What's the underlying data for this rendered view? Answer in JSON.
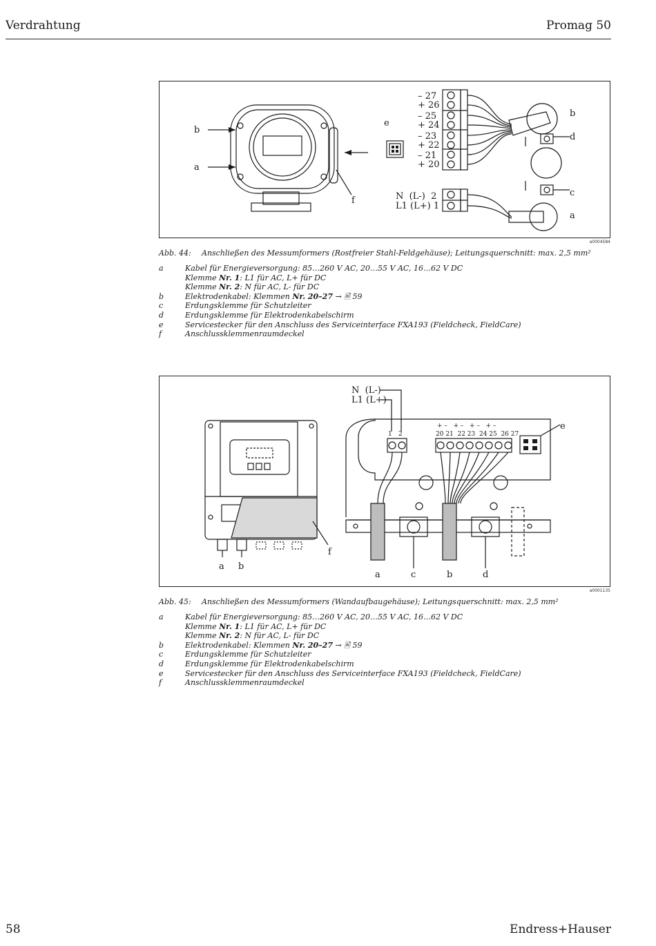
{
  "header": {
    "section": "Verdrahtung",
    "product": "Promag 50"
  },
  "footer": {
    "page": "58",
    "brand": "Endress+Hauser"
  },
  "figure1": {
    "id": "a0004584",
    "caption_num": "Abb. 44:",
    "caption_text": "Anschließen des Messumformers (Rostfreier Stahl-Feldgehäuse); Leitungsquerschnitt: max. 2,5 mm²",
    "labels": {
      "a": "a",
      "b": "b",
      "c": "c",
      "d": "d",
      "e": "e",
      "f": "f"
    },
    "terminals": {
      "t27": "– 27",
      "t26": "+ 26",
      "t25": "– 25",
      "t24": "+ 24",
      "t23": "– 23",
      "t22": "+ 22",
      "t21": "– 21",
      "t20": "+ 20",
      "t2": "N  (L-)  2",
      "t1": "L1 (L+) 1"
    },
    "legend": {
      "a_key": "a",
      "a_line1": "Kabel für Energieversorgung: 85…260 V AC, 20…55 V AC, 16…62 V DC",
      "a_line2_pre": "Klemme ",
      "a_line2_bold": "Nr. 1",
      "a_line2_post": ": L1 für AC, L+ für DC",
      "a_line3_pre": "Klemme ",
      "a_line3_bold": "Nr. 2",
      "a_line3_post": ": N für AC, L- für DC",
      "b_key": "b",
      "b_pre": "Elektrodenkabel: Klemmen ",
      "b_bold": "Nr. 20–27",
      "b_post": " → 🖹 59",
      "c_key": "c",
      "c_text": "Erdungsklemme für Schutzleiter",
      "d_key": "d",
      "d_text": "Erdungsklemme für Elektrodenkabelschirm",
      "e_key": "e",
      "e_text": "Servicestecker für den Anschluss des Serviceinterface FXA193 (Fieldcheck, FieldCare)",
      "f_key": "f",
      "f_text": "Anschlussklemmenraumdeckel"
    }
  },
  "figure2": {
    "id": "a0001135",
    "caption_num": "Abb. 45:",
    "caption_text": "Anschließen des Messumformers (Wandaufbaugehäuse); Leitungsquerschnitt: max. 2,5 mm²",
    "labels": {
      "a": "a",
      "b": "b",
      "c": "c",
      "d": "d",
      "e": "e",
      "f": "f"
    },
    "power_labels": {
      "n": "N  (L-)",
      "l1": "L1 (L+)"
    },
    "terminal_nums": {
      "one": "1",
      "two": "2",
      "range": "20 21  22 23  24 25  26 27",
      "signs": "+ –   + –   + –   + –"
    },
    "legend": {
      "a_key": "a",
      "a_line1": "Kabel für Energieversorgung: 85…260 V AC, 20…55 V AC, 16…62 V DC",
      "a_line2_pre": "Klemme ",
      "a_line2_bold": "Nr. 1",
      "a_line2_post": ": L1 für AC, L+ für DC",
      "a_line3_pre": "Klemme ",
      "a_line3_bold": "Nr. 2",
      "a_line3_post": ": N für AC, L- für DC",
      "b_key": "b",
      "b_pre": "Elektrodenkabel: Klemmen ",
      "b_bold": "Nr. 20–27",
      "b_post": " → 🖹 59",
      "c_key": "c",
      "c_text": "Erdungsklemme für Schutzleiter",
      "d_key": "d",
      "d_text": "Erdungsklemme für Elektrodenkabelschirm",
      "e_key": "e",
      "e_text": "Servicestecker für den Anschluss des Serviceinterface FXA193 (Fieldcheck, FieldCare)",
      "f_key": "f",
      "f_text": "Anschlussklemmenraumdeckel"
    }
  }
}
